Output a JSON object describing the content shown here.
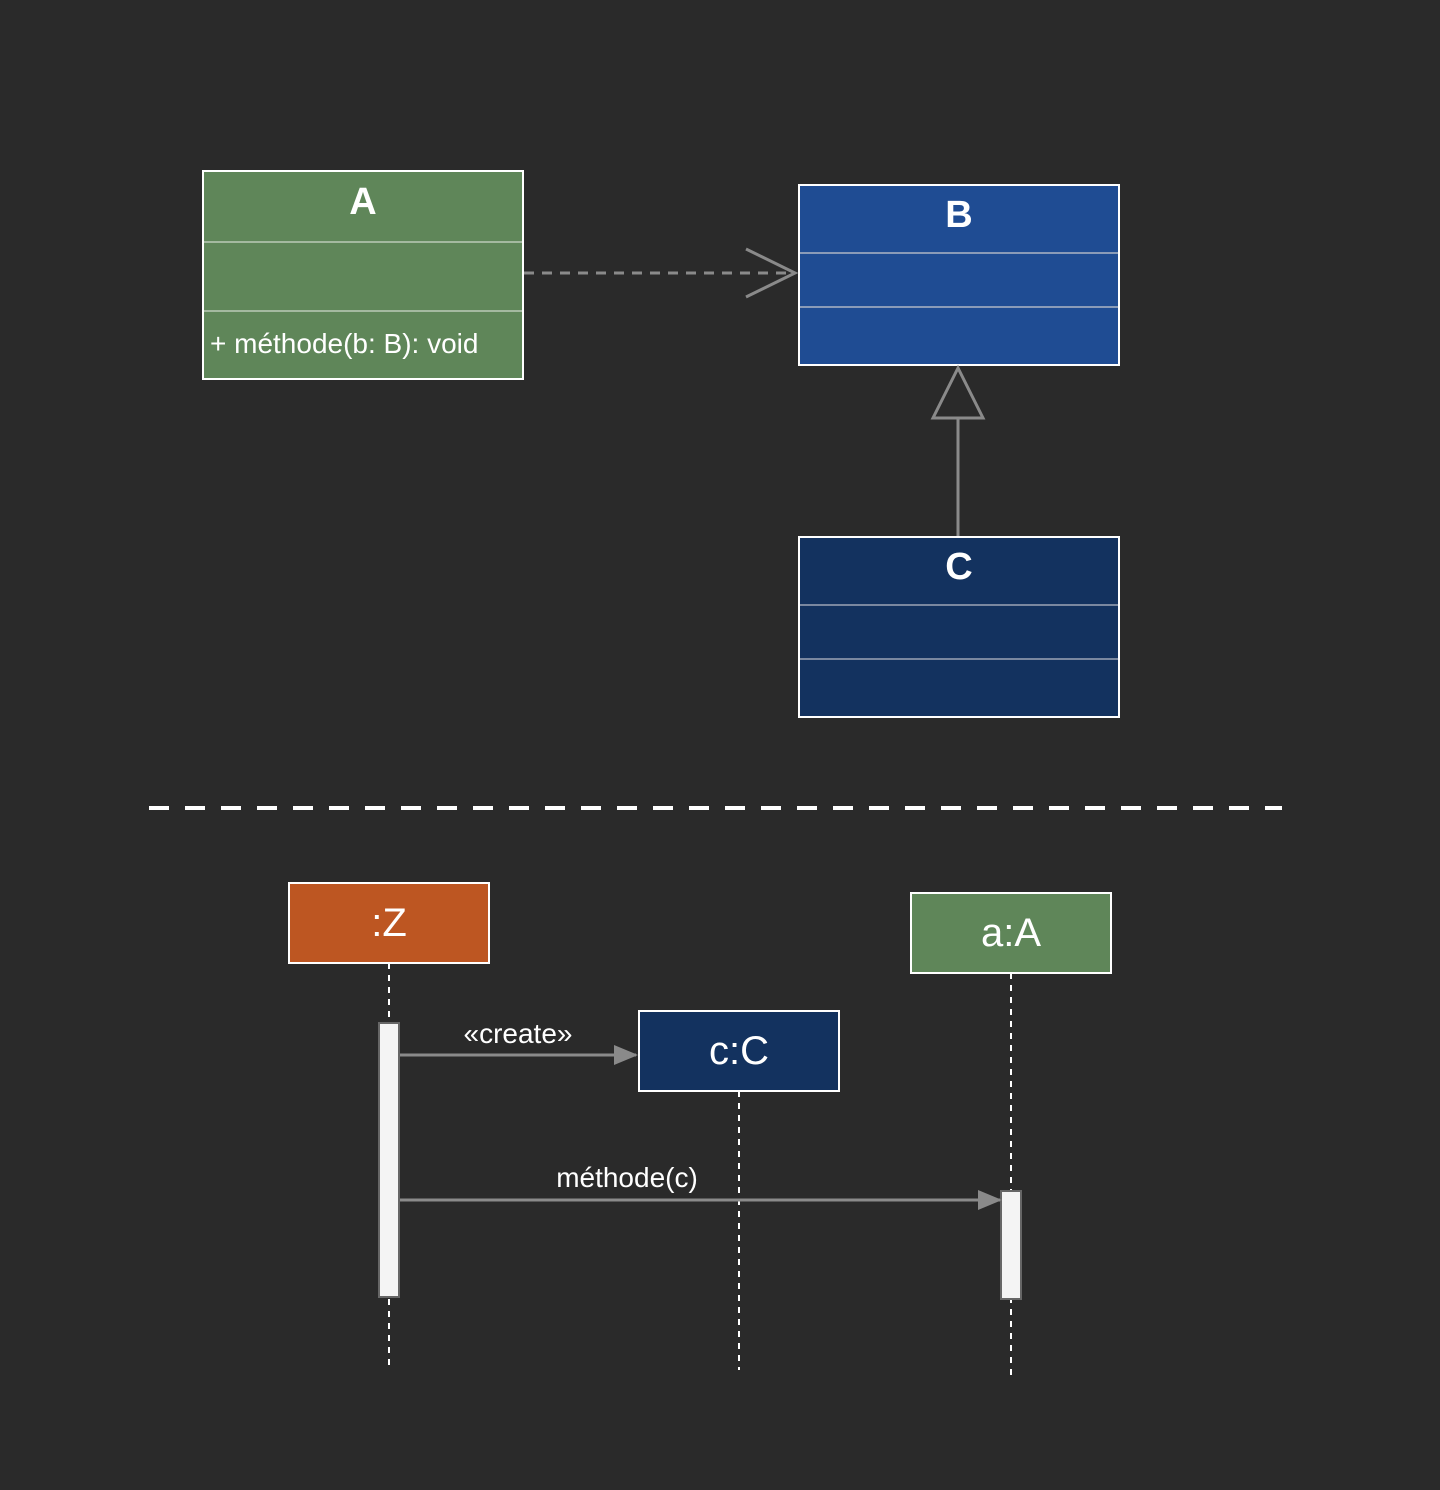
{
  "colors": {
    "background": "#2a2a2a",
    "class_a_fill": "#5f8659",
    "class_b_fill": "#1f4c93",
    "class_c_fill": "#13325f",
    "object_z_fill": "#bd5622",
    "object_a_fill": "#5f8659",
    "object_c_fill": "#13325f",
    "border": "#ffffff",
    "divider": "#9a9a9a",
    "connector": "#8a8a8a",
    "activation_fill": "#f4f4f4"
  },
  "class_diagram": {
    "class_a": {
      "name": "A",
      "operation": "+ méthode(b: B): void"
    },
    "class_b": {
      "name": "B"
    },
    "class_c": {
      "name": "C"
    },
    "relations": [
      {
        "type": "dependency",
        "from": "A",
        "to": "B"
      },
      {
        "type": "generalization",
        "from": "C",
        "to": "B"
      }
    ]
  },
  "sequence_diagram": {
    "lifelines": {
      "z": {
        "label": ":Z"
      },
      "c": {
        "label": "c:C"
      },
      "a": {
        "label": "a:A"
      }
    },
    "messages": {
      "create": {
        "label": "«create»",
        "from": ":Z",
        "to": "c:C"
      },
      "methode": {
        "label": "méthode(c)",
        "from": ":Z",
        "to": "a:A"
      }
    }
  }
}
